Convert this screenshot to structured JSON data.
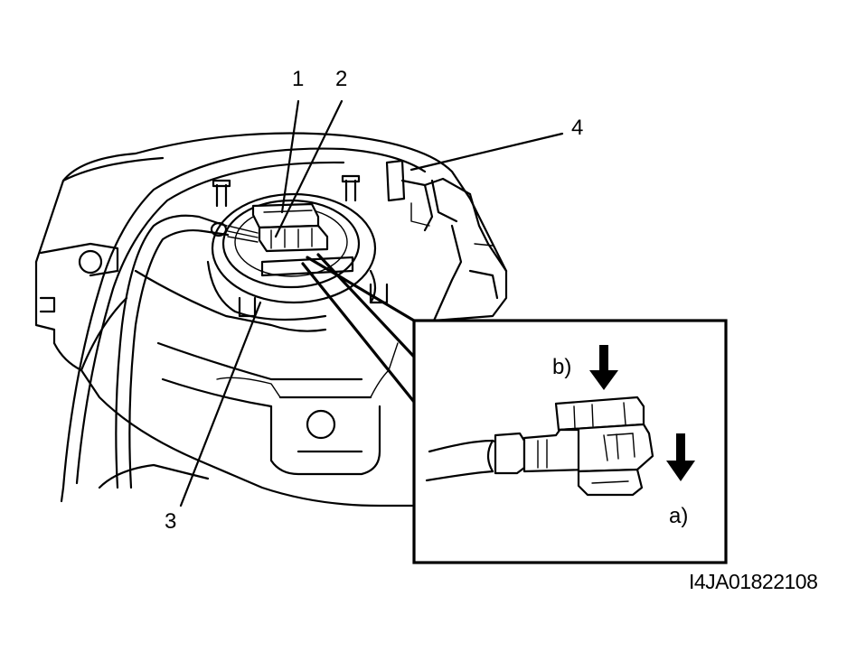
{
  "callouts": {
    "c1": "1",
    "c2": "2",
    "c3": "3",
    "c4": "4"
  },
  "inset": {
    "arrow_b": "b)",
    "arrow_a": "a)"
  },
  "figure_code": "I4JA01822108"
}
